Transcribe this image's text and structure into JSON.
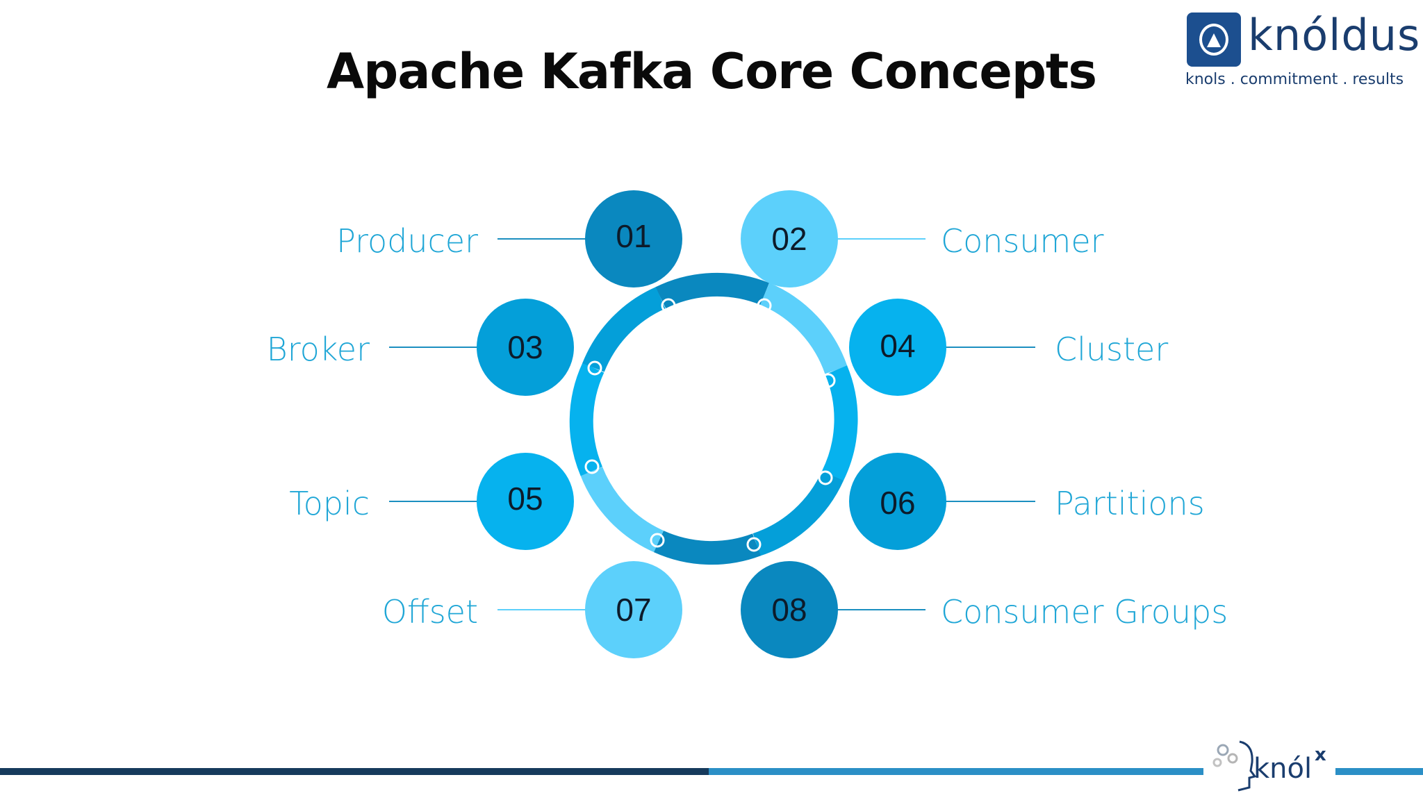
{
  "title": "Apache Kafka Core Concepts",
  "logo": {
    "name": "knóldus",
    "tagline": "knols . commitment . results"
  },
  "footer_logo": {
    "name": "knól",
    "superscript": "x"
  },
  "colors": {
    "dark_blue": "#0a88bf",
    "mid_blue": "#049fd9",
    "bright_blue": "#06b2ee",
    "light_blue": "#5cd0fb",
    "label_text": "#1fa6d6",
    "bar_dark": "#163a5c",
    "bar_light": "#2b8fc6"
  },
  "concepts": [
    {
      "number": "01",
      "label": "Producer"
    },
    {
      "number": "02",
      "label": "Consumer"
    },
    {
      "number": "03",
      "label": "Broker"
    },
    {
      "number": "04",
      "label": "Cluster"
    },
    {
      "number": "05",
      "label": "Topic"
    },
    {
      "number": "06",
      "label": "Partitions"
    },
    {
      "number": "07",
      "label": "Offset"
    },
    {
      "number": "08",
      "label": "Consumer Groups"
    }
  ]
}
